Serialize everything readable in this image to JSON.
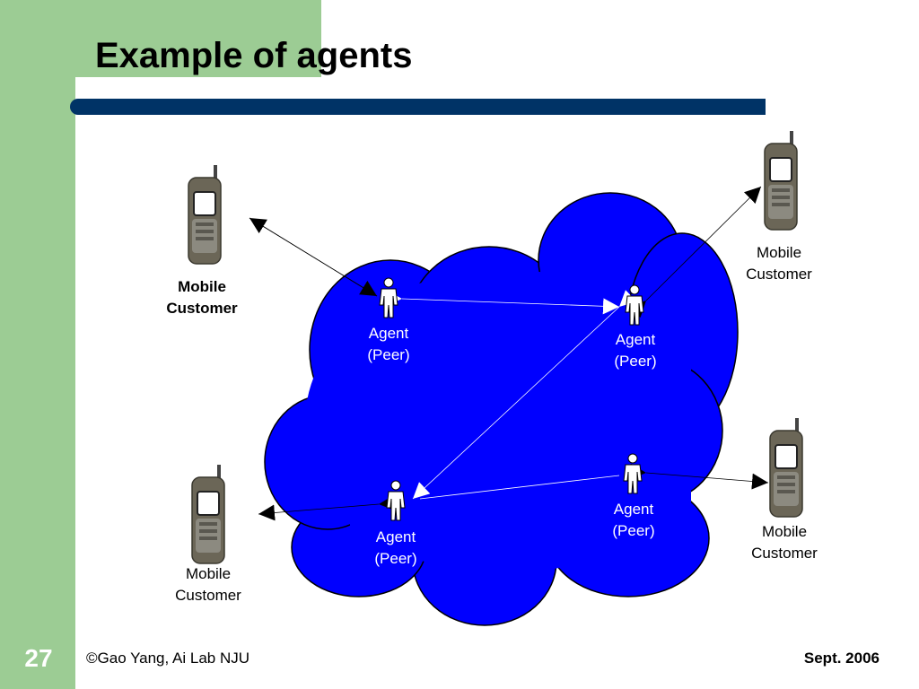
{
  "slide": {
    "title": "Example of agents",
    "number": "27",
    "copyright": "©Gao Yang, Ai Lab NJU",
    "date": "Sept. 2006"
  },
  "colors": {
    "sidebar": "#9ccc94",
    "title_bar": "#003366",
    "cloud": "#0000ff",
    "phone_body": "#6b6657"
  },
  "diagram": {
    "customers": [
      {
        "line1": "Mobile",
        "line2": "Customer",
        "bold": true
      },
      {
        "line1": "Mobile",
        "line2": "Customer",
        "bold": false
      },
      {
        "line1": "Mobile",
        "line2": "Customer",
        "bold": false
      },
      {
        "line1": "Mobile",
        "line2": "Customer",
        "bold": false
      }
    ],
    "agents": [
      {
        "line1": "Agent",
        "line2": "(Peer)"
      },
      {
        "line1": "Agent",
        "line2": "(Peer)"
      },
      {
        "line1": "Agent",
        "line2": "(Peer)"
      },
      {
        "line1": "Agent",
        "line2": "(Peer)"
      }
    ],
    "icons": {
      "phone": "mobile-phone-icon",
      "agent": "person-icon"
    }
  }
}
